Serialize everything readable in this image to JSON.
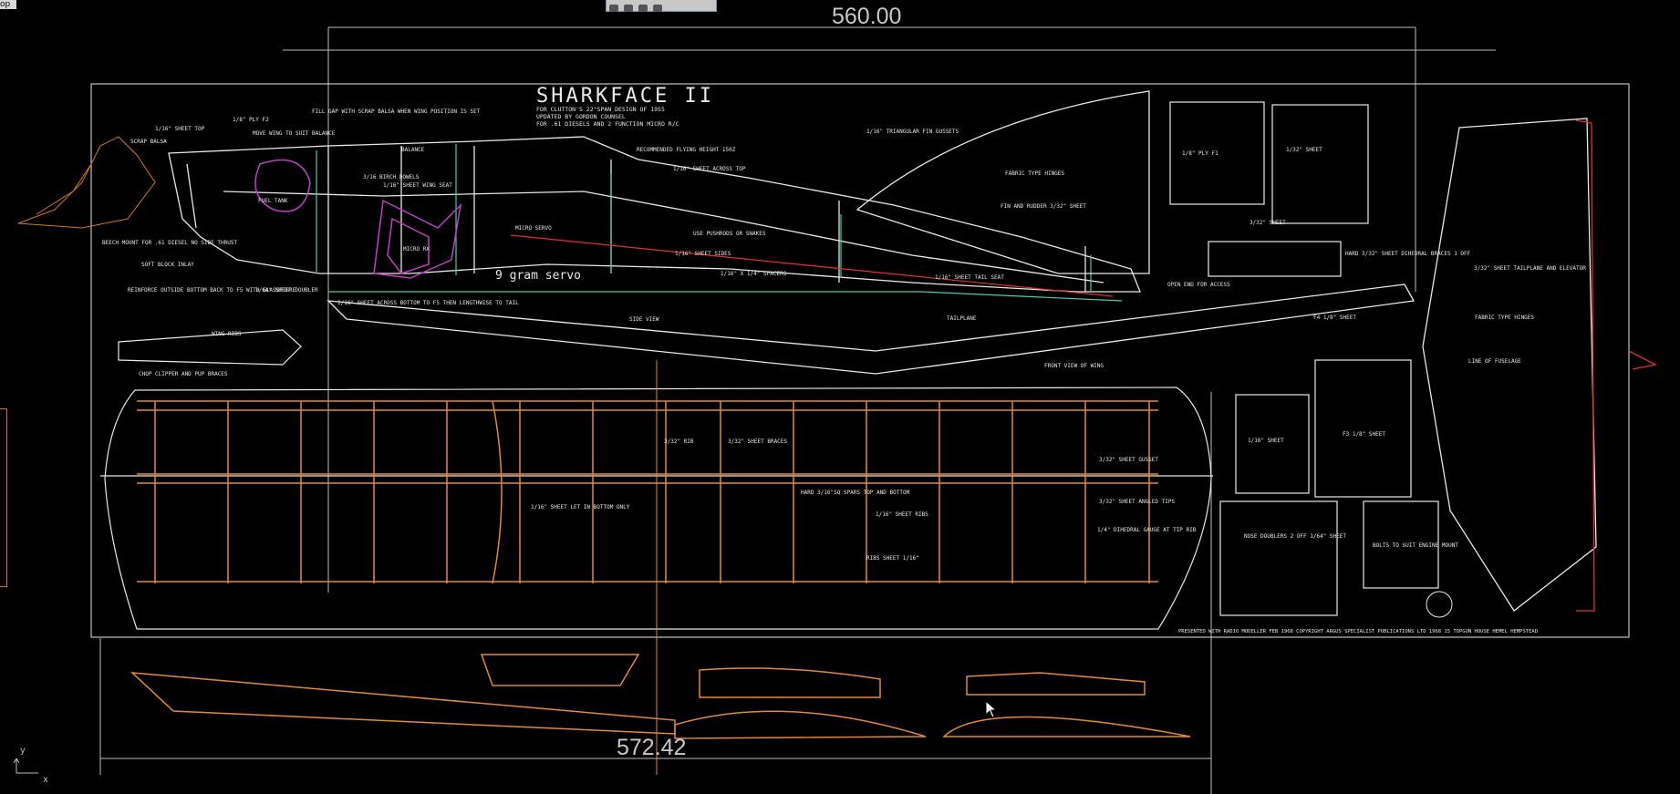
{
  "viewport": {
    "tab_label": "op",
    "dim_top": "560.00",
    "dim_bottom": "572.42",
    "axis": {
      "y": "y",
      "x": "x"
    }
  },
  "plan": {
    "title": "SHARKFACE II",
    "subtitle_lines": [
      "FOR CLUTTON'S 22\"SPAN DESIGN OF 1955",
      "UPDATED BY GORDON COUNSEL",
      "FOR .61 DIESELS AND 2 FUNCTION MICRO R/C"
    ],
    "servo_label": "9 gram servo",
    "labels": {
      "side_view": "SIDE VIEW",
      "front_view_wing": "FRONT VIEW OF WING",
      "recommended_cg": "RECOMMENDED FLYING HEIGHT 150Z",
      "wing_ribs": "WING RIBS",
      "chop_line": "CHOP CLIPPER AND PUP BRACES",
      "sheet_across_top": "1/16\" SHEET ACROSS TOP",
      "sheet_sides": "1/16\" SHEET SIDES",
      "pushrods": "USE PUSHRODS OR SNAKES",
      "birch_dowels": "3/16 BIRCH DOWELS",
      "balance": "BALANCE",
      "fin_rudder": "FIN AND RUDDER 3/32\" SHEET",
      "fabric_hinges": "FABRIC TYPE HINGES",
      "tailplane_elevator": "3/32\" SHEET TAILPLANE AND ELEVATOR",
      "line_of_fuselage": "LINE OF FUSELAGE",
      "tail_seat": "1/16\" SHEET TAIL SEAT",
      "tailplane": "TAILPLANE",
      "open_end": "OPEN END FOR ACCESS",
      "hard_sheet": "HARD 3/32\" SHEET DIHEDRAL BRACES 1 OFF",
      "across_bottom": "1/16\" SHEET ACROSS BOTTOM TO F5 THEN LENGTHWISE TO TAIL",
      "wing_rib": "3/32\" RIB",
      "sheet_braces": "3/32\" SHEET BRACES",
      "spars": "HARD 3/16\"SQ SPARS TOP AND BOTTOM",
      "sheet_ribs": "1/16\" SHEET RIBS",
      "sheet_let": "1/16\" SHEET LET IN BOTTOM ONLY",
      "ribs_sheet": "RIBS SHEET 1/16\"",
      "gusset": "3/32\" SHEET GUSSET",
      "angled_tips": "3/32\" SHEET ANGLED TIPS",
      "dihedral_gauge": "1/4\" DIHEDRAL GAUGE AT TIP RIB",
      "nose_doublers": "NOSE DOUBLERS 2 OFF 1/64\" SHEET",
      "engine_mount": "BOLTS TO SUIT ENGINE MOUNT",
      "micro_rx": "MICRO RX",
      "micro_servo": "MICRO SERVO",
      "rubber_bands": "SCRAP BALSA",
      "soft_block": "SOFT BLOCK INLAY",
      "reinforce": "REINFORCE OUTSIDE BOTTOM BACK TO F5 WITH GLASSFIBRE",
      "mount": "BEECH MOUNT FOR .61 DIESEL NO SIDE THRUST",
      "doubler": "1/64\" SHEET DOUBLER",
      "fill_gap": "FILL GAP WITH SCRAP BALSA WHEN WING POSITION IS SET",
      "nose_wing": "MOVE WING TO SUIT BALANCE",
      "sheet_top": "1/16\" SHEET TOP",
      "sheet_f2": "1/8\" PLY F2",
      "fuel_tank": "FUEL TANK",
      "sheet_wing_seat": "1/16\" SHEET WING SEAT",
      "sheet_spacers": "1/16\" X 1/4\" SPACERS",
      "sheet_3_32": "3/32\" SHEET",
      "gussets_label": "1/16\" TRIANGULAR FIN GUSSETS",
      "credit": "PRESENTED WITH RADIO MODELLER FEB 1968 COPYRIGHT ARGUS SPECIALIST PUBLICATIONS LTD 1968 15 TOPGUN HOUSE HEMEL HEMPSTEAD",
      "sheet_top_f1": "1/32\" SHEET",
      "sheet_flat": "1/16\" SHEET",
      "hard_sheet_2": "F3 1/8\" SHEET",
      "ply_f1": "1/8\" PLY F1",
      "ply_f4": "F4 1/8\" SHEET"
    }
  },
  "colors": {
    "background": "#000000",
    "plan_lines": "#e8e8e8",
    "orange": "#e08a3a",
    "red": "#e03030",
    "cyan": "#40d0b0",
    "magenta": "#c040c0",
    "dim_gray": "#c8c8c8"
  },
  "icons": {
    "cursor": "mouse-pointer-icon",
    "axis": "ucs-axis-icon"
  }
}
